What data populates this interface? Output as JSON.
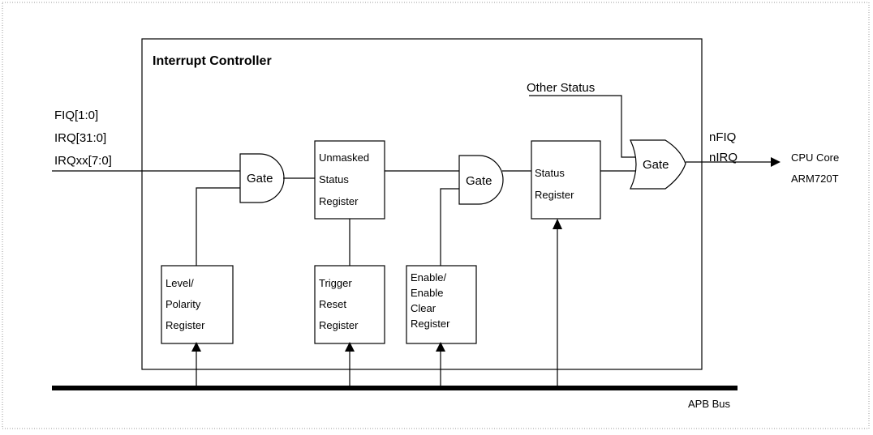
{
  "controller": {
    "title": "Interrupt Controller"
  },
  "inputs": {
    "lines": [
      "FIQ[1:0]",
      "IRQ[31:0]",
      "IRQxx[7:0]"
    ]
  },
  "gates": {
    "g1": "Gate",
    "g2": "Gate",
    "g3": "Gate"
  },
  "registers": {
    "unmasked_status": [
      "Unmasked",
      "Status",
      "Register"
    ],
    "status": [
      "Status",
      "Register"
    ],
    "level_polarity": [
      "Level/",
      "Polarity",
      "Register"
    ],
    "trigger_reset": [
      "Trigger",
      "Reset",
      "Register"
    ],
    "enable_clear": [
      "Enable/",
      "Enable",
      "Clear",
      "Register"
    ]
  },
  "other_status": "Other Status",
  "outputs": {
    "nfiq": "nFIQ",
    "nirq": "nIRQ"
  },
  "cpu": {
    "line1": "CPU Core",
    "line2": "ARM720T"
  },
  "bus": {
    "label": "APB Bus"
  }
}
